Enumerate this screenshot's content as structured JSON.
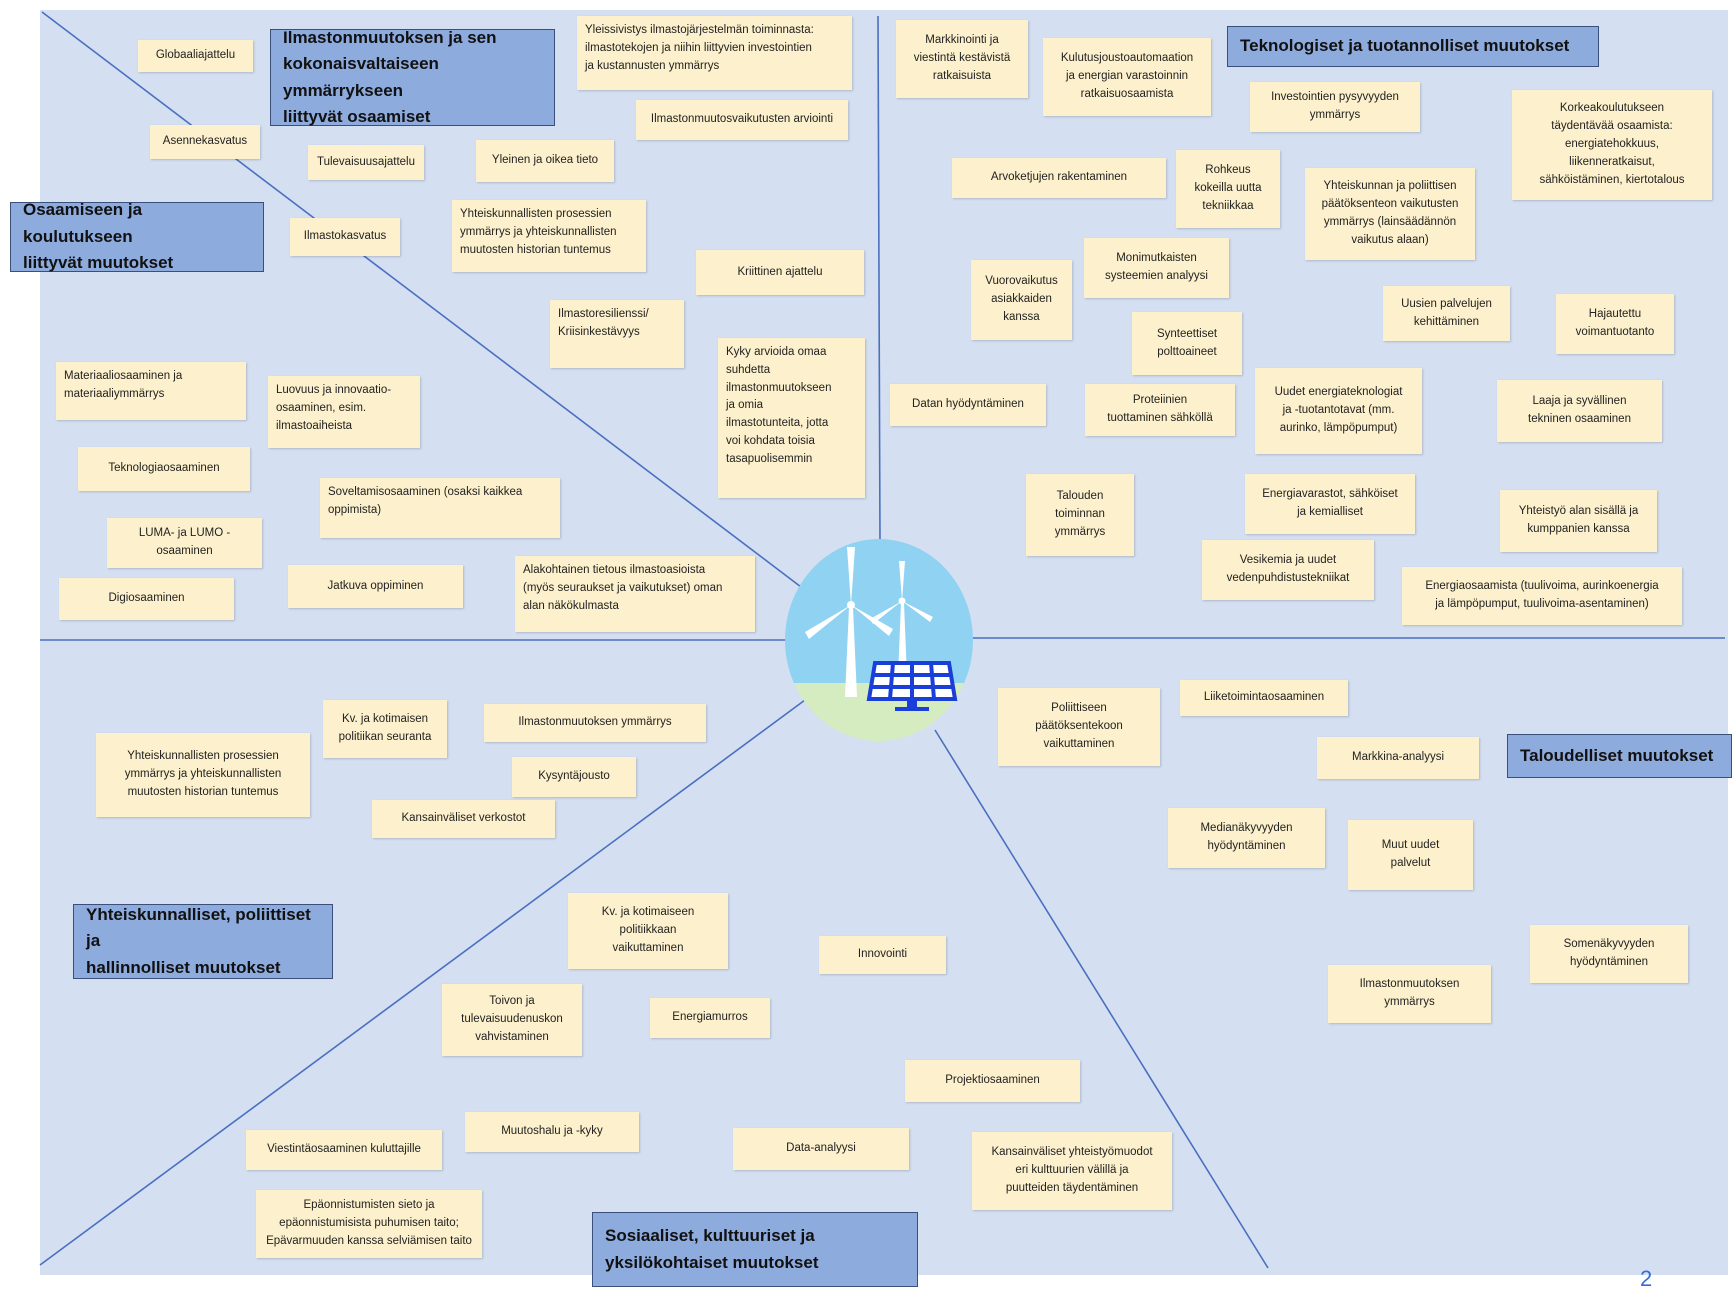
{
  "categories": {
    "climate": "Ilmastonmuutoksen ja sen\nkokonaisvaltaiseen ymmärrykseen\nliittyvät osaamiset",
    "education": "Osaamiseen ja koulutukseen\nliittyvät muutokset",
    "tech": "Teknologiset ja tuotannolliset muutokset",
    "economic": "Taloudelliset muutokset",
    "societal": "Yhteiskunnalliset, poliittiset ja\nhallinnolliset muutokset",
    "social": "Sosiaaliset, kulttuuriset ja\nyksilökohtaiset muutokset"
  },
  "notes": [
    "Globaaliajattelu",
    "Asennekasvatus",
    "Tulevaisuusajattelu",
    "Yleinen ja oikea tieto",
    "Yleissivistys ilmastojärjestelmän toiminnasta:\nilmastotekojen ja niihin liittyvien investointien\nja kustannusten ymmärrys",
    "Ilmastonmuutosvaikutusten arviointi",
    "Ilmastokasvatus",
    "Yhteiskunnallisten prosessien\nymmärrys ja yhteiskunnallisten\nmuutosten historian tuntemus",
    "Kriittinen ajattelu",
    "Ilmastoresilienssi/\nKriisinkestävyys",
    "Kyky arvioida omaa\nsuhdetta\nilmastonmuutokseen\nja omia\nilmastotunteita, jotta\nvoi kohdata toisia\ntasapuolisemmin",
    "Materiaaliosaaminen ja\nmateriaaliymmärrys",
    "Luovuus ja innovaatio-\nosaaminen, esim.\nilmastoaiheista",
    "Teknologiaosaaminen",
    "Soveltamisosaaminen (osaksi kaikkea\noppimista)",
    "LUMA- ja LUMO -\nosaaminen",
    "Digiosaaminen",
    "Jatkuva oppiminen",
    "Alakohtainen tietous ilmastoasioista\n(myös seuraukset ja vaikutukset) oman\nalan näkökulmasta",
    "Markkinointi ja\nviestintä kestävistä\nratkaisuista",
    "Kulutusjoustoautomaation\nja energian varastoinnin\nratkaisuosaamista",
    "Investointien pysyvyyden\nymmärrys",
    "Korkeakoulutukseen\ntäydentävää osaamista:\nenergiatehokkuus,\nliikenneratkaisut,\nsähköistäminen, kiertotalous",
    "Arvoketjujen rakentaminen",
    "Rohkeus\nkokeilla uutta\ntekniikkaa",
    "Yhteiskunnan ja poliittisen\npäätöksenteon vaikutusten\nymmärrys (lainsäädännön\nvaikutus alaan)",
    "Monimutkaisten\nsysteemien analyysi",
    "Vuorovaikutus\nasiakkaiden\nkanssa",
    "Synteettiset\npolttoaineet",
    "Uusien palvelujen\nkehittäminen",
    "Hajautettu\nvoimantuotanto",
    "Datan hyödyntäminen",
    "Proteiinien\ntuottaminen sähköllä",
    "Uudet energiateknologiat\nja -tuotantotavat (mm.\naurinko, lämpöpumput)",
    "Laaja ja syvällinen\ntekninen osaaminen",
    "Talouden\ntoiminnan\nymmärrys",
    "Energiavarastot, sähköiset\nja kemialliset",
    "Yhteistyö alan sisällä ja\nkumppanien kanssa",
    "Vesikemia ja uudet\nvedenpuhdistustekniikat",
    "Energiaosaamista (tuulivoima, aurinkoenergia\nja lämpöpumput, tuulivoima-asentaminen)",
    "Kv. ja kotimaisen\npolitiikan seuranta",
    "Ilmastonmuutoksen ymmärrys",
    "Yhteiskunnallisten prosessien\nymmärrys ja yhteiskunnallisten\nmuutosten historian tuntemus",
    "Kysyntäjousto",
    "Kansainväliset verkostot",
    "Poliittiseen\npäätöksentekoon\nvaikuttaminen",
    "Liiketoimintaosaaminen",
    "Markkina-analyysi",
    "Medianäkyvyyden\nhyödyntäminen",
    "Muut uudet\npalvelut",
    "Kv. ja kotimaiseen\npolitiikkaan\nvaikuttaminen",
    "Innovointi",
    "Toivon ja\ntulevaisuudenuskon\nvahvistaminen",
    "Energiamurros",
    "Somenäkyvyyden\nhyödyntäminen",
    "Ilmastonmuutoksen\nymmärrys",
    "Projektiosaaminen",
    "Viestintäosaaminen kuluttajille",
    "Muutoshalu ja -kyky",
    "Data-analyysi",
    "Kansainväliset yhteistyömuodot\neri kulttuurien välillä ja\npuutteiden täydentäminen",
    "Epäonnistumisten sieto ja\nepäonnistumisista puhumisen taito;\nEpävarmuuden kanssa selviämisen taito"
  ],
  "page_number": "2",
  "colors": {
    "background": "#d4e0f1",
    "note": "#fdf0cc",
    "category": "#8eabde",
    "line": "#4b6fc0"
  },
  "hub_icons": [
    "wind-turbine-icon",
    "wind-turbine-icon",
    "solar-panel-icon"
  ]
}
